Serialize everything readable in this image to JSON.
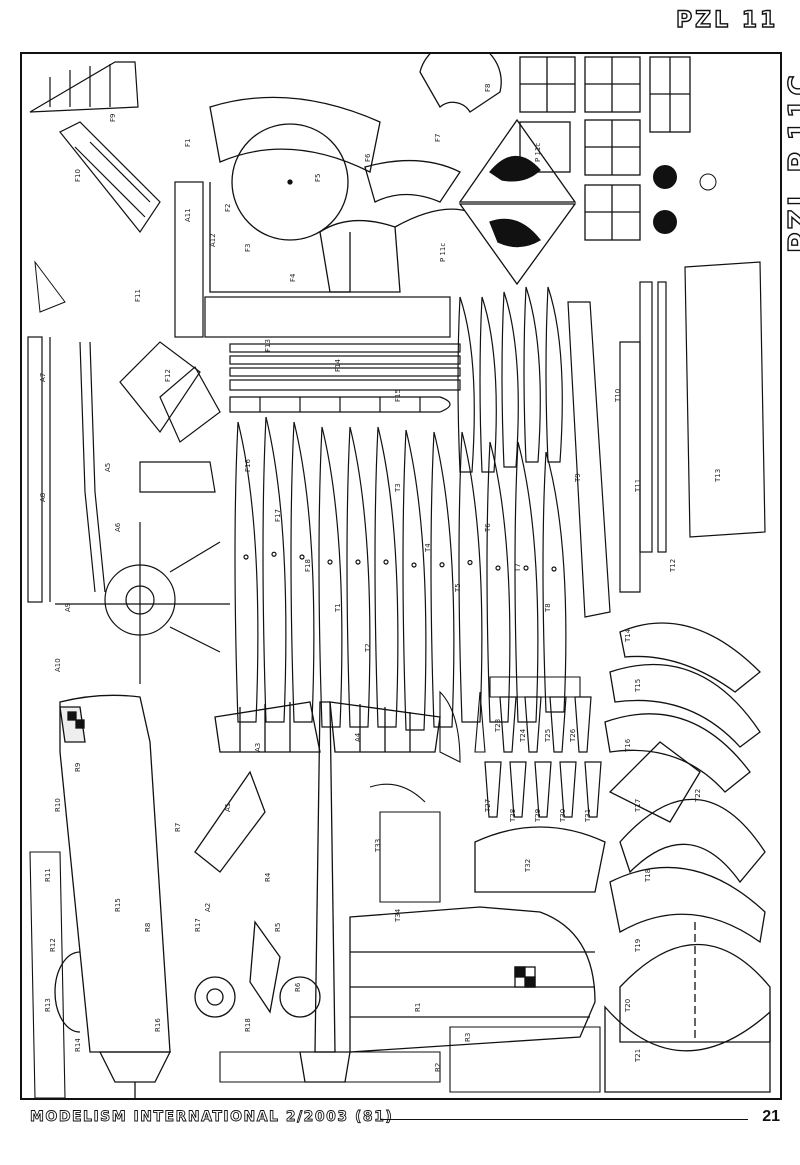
{
  "header": {
    "title": "PZL 11"
  },
  "sheet": {
    "vertical_title": "PZL P.11C",
    "insignia_label_1": "P 11c",
    "insignia_label_2": "P 11c",
    "part_labels": [
      "F1",
      "F2",
      "F3",
      "F4",
      "F5",
      "F6",
      "F7",
      "F8",
      "F9",
      "F10",
      "F11",
      "F12",
      "F13",
      "F14",
      "F15",
      "F16",
      "F17",
      "F18",
      "T1",
      "T2",
      "T3",
      "T4",
      "T5",
      "T6",
      "T7",
      "T8",
      "T9",
      "T10",
      "T11",
      "T12",
      "T13",
      "T14",
      "T15",
      "T16",
      "T17",
      "T18",
      "T19",
      "T20",
      "T21",
      "T22",
      "T23",
      "T24",
      "T25",
      "T26",
      "T27",
      "T28",
      "T29",
      "T30",
      "T31",
      "T32",
      "T33",
      "T34",
      "R1",
      "R2",
      "R3",
      "R4",
      "R5",
      "R6",
      "R7",
      "R8",
      "R9",
      "R10",
      "R11",
      "R12",
      "R13",
      "R14",
      "R15",
      "R16",
      "R17",
      "R18",
      "A1",
      "A2",
      "A3",
      "A4",
      "A5",
      "A6",
      "A7",
      "A8",
      "A9",
      "A10",
      "A11",
      "A12"
    ]
  },
  "footer": {
    "publication": "MODELISM INTERNATIONAL 2/2003 (81)",
    "page_number": "21"
  }
}
